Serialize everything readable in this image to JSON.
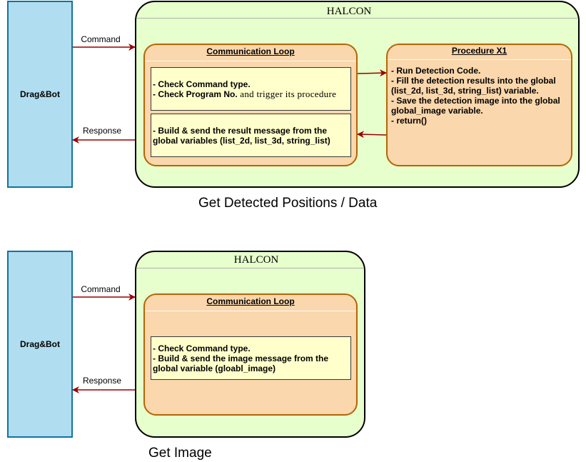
{
  "diagram1": {
    "dragbot_label": "Drag&Bot",
    "halcon_title": "HALCON",
    "command_label": "Command",
    "response_label": "Response",
    "loop_title": "Communication Loop",
    "loop_box1_line1": "- Check Command type.",
    "loop_box1_line2_bold": "- Check Program No.",
    "loop_box1_line2_rest": " and trigger its procedure",
    "loop_box2_line1": "- Build & send the result message from the",
    "loop_box2_line2": "global variables (list_2d, list_3d, string_list)",
    "procedure_title": "Procedure X1",
    "procedure_lines": [
      "- Run Detection Code.",
      "- Fill the detection results into the global",
      "(list_2d, list_3d, string_list) variable.",
      "- Save the detection image into the global",
      "global_image variable.",
      "- return()"
    ],
    "caption": "Get Detected Positions / Data"
  },
  "diagram2": {
    "dragbot_label": "Drag&Bot",
    "halcon_title": "HALCON",
    "command_label": "Command",
    "response_label": "Response",
    "loop_title": "Communication Loop",
    "loop_box_line1": "- Check Command type.",
    "loop_box_line2": "- Build & send the image message from the",
    "loop_box_line3": "global variable (gloabl_image)",
    "caption": "Get Image"
  },
  "colors": {
    "arrow": "#990000",
    "dragbot_fill": "#b1ddf0",
    "dragbot_stroke": "#10739e",
    "halcon_fill": "#e6ffcc",
    "loop_fill": "#fad7ac",
    "loop_stroke": "#b46504",
    "note_fill": "#ffffcc"
  }
}
